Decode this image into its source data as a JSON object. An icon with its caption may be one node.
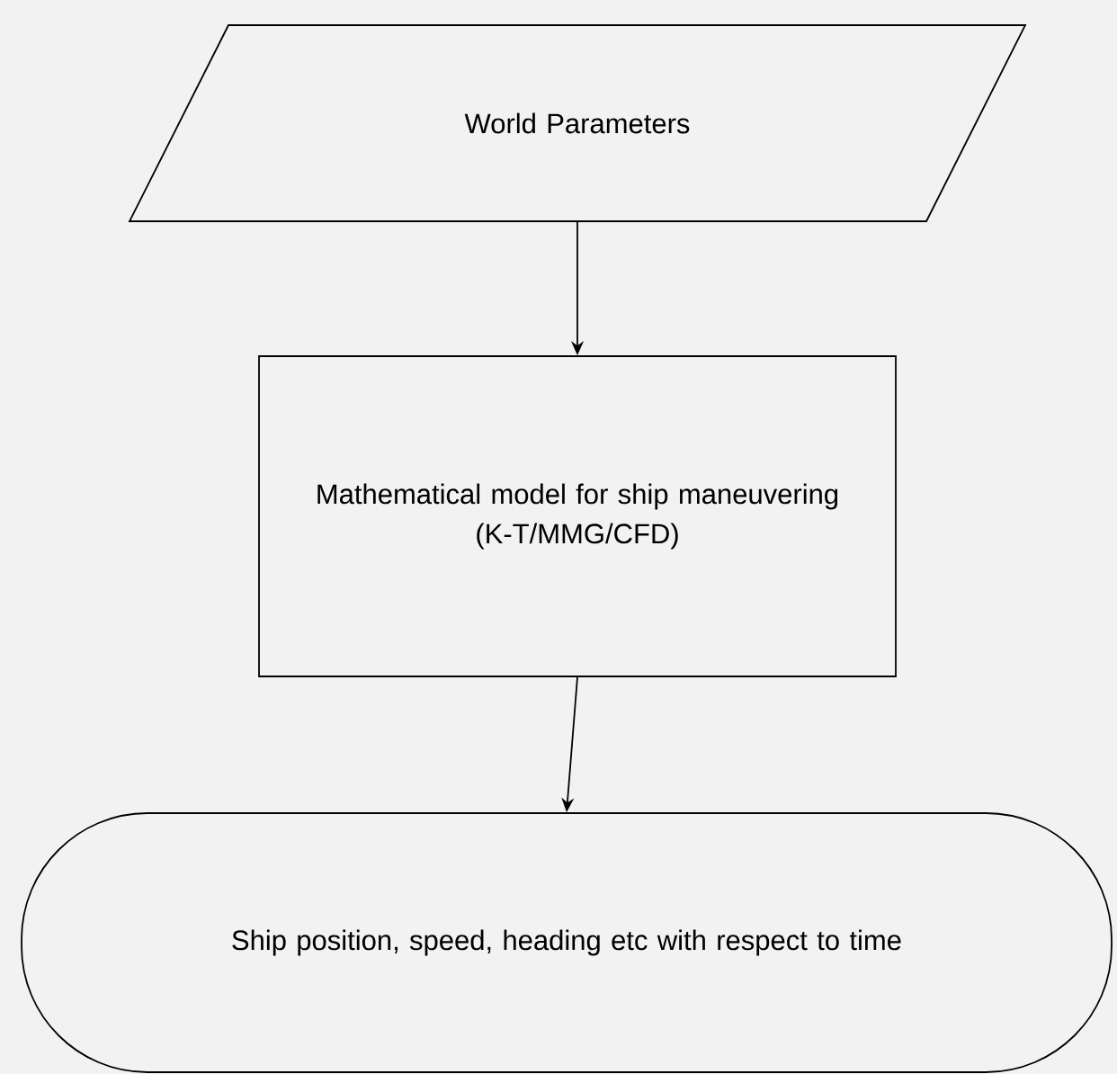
{
  "diagram": {
    "nodes": [
      {
        "text": [
          "World Parameters"
        ]
      },
      {
        "text": [
          "Mathematical model for ship maneuvering",
          "(K-T/MMG/CFD)"
        ]
      },
      {
        "text": [
          "Ship position, speed, heading etc with respect to time"
        ]
      }
    ],
    "edges": [
      {
        "from": 0,
        "to": 1,
        "arrow": "to"
      },
      {
        "from": 1,
        "to": 2,
        "arrow": "to"
      }
    ]
  }
}
